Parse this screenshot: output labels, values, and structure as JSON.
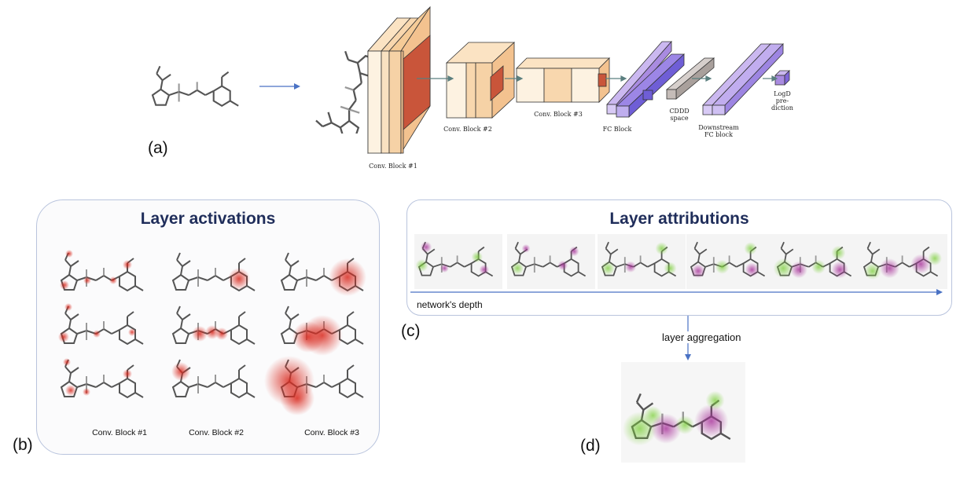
{
  "panel_labels": {
    "a": "(a)",
    "b": "(b)",
    "c": "(c)",
    "d": "(d)"
  },
  "architecture": {
    "conv_block_1": "Conv. Block #1",
    "conv_block_2": "Conv. Block #2",
    "conv_block_3": "Conv. Block #3",
    "fc_block": "FC Block",
    "cddd_line1": "CDDD",
    "cddd_line2": "space",
    "downstream_line1": "Downstream",
    "downstream_line2": "FC block",
    "logd_line1": "LogD",
    "logd_line2": "pre-",
    "logd_line3": "diction"
  },
  "activations": {
    "title": "Layer activations",
    "captions": [
      "Conv. Block #1",
      "Conv. Block #2",
      "Conv. Block #3"
    ]
  },
  "attributions": {
    "title": "Layer attributions",
    "axis_label": "network's depth",
    "aggregation_label": "layer aggregation"
  },
  "colors": {
    "panel_border": "#b9c4dd",
    "title_navy": "#1f2d5a",
    "arrow_blue": "#4a72c4",
    "activation_red": "#d92b20",
    "attribution_green": "#7ccf3a",
    "attribution_magenta": "#a8329a",
    "conv_orange": "#f3c28f",
    "conv_kernel": "#c9553a",
    "fc_purple": "#a98be0",
    "cddd_gray": "#b9b2b0"
  }
}
